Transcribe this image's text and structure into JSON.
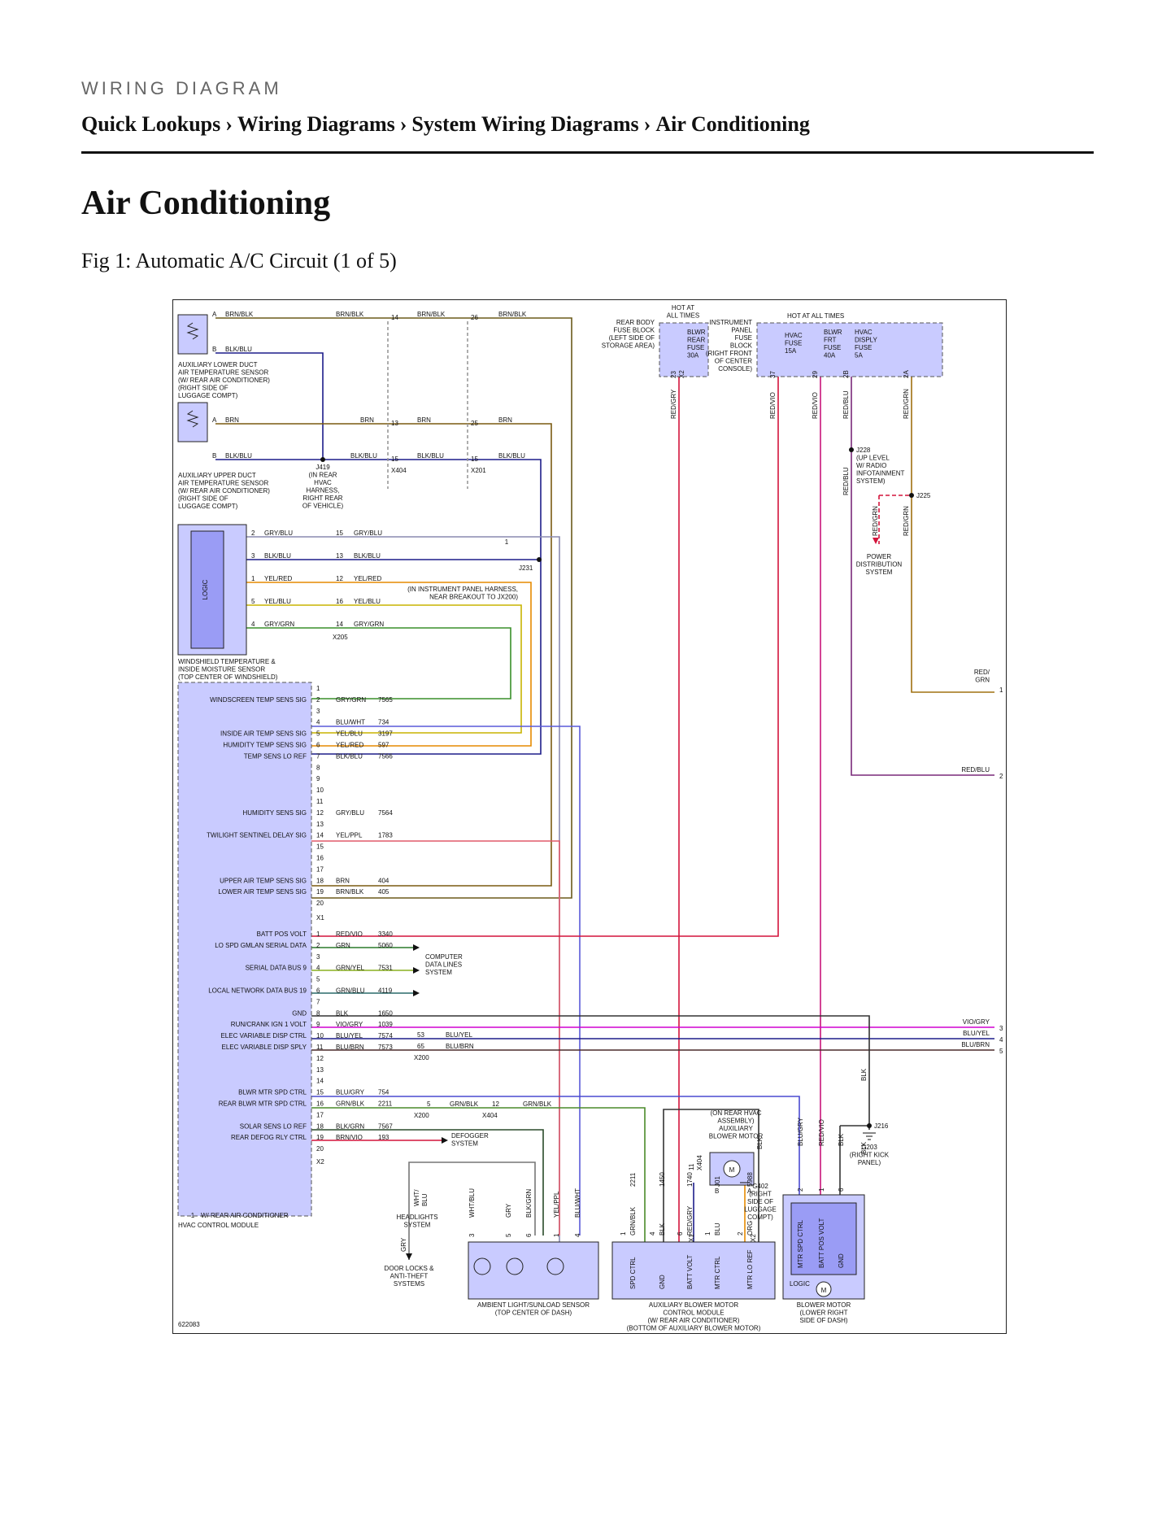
{
  "header": {
    "eyebrow": "WIRING DIAGRAM",
    "breadcrumb": [
      "Quick Lookups",
      "Wiring Diagrams",
      "System Wiring Diagrams",
      "Air Conditioning"
    ],
    "separator": "›"
  },
  "page": {
    "title": "Air Conditioning",
    "figure_caption": "Fig 1: Automatic A/C Circuit (1 of 5)"
  },
  "diagram": {
    "figure_id": "622083",
    "note_marker": "1",
    "note_text": "W/ REAR AIR CONDITIONER",
    "sensors": {
      "lower_duct": [
        "AUXILIARY LOWER DUCT",
        "AIR TEMPERATURE SENSOR",
        "(W/ REAR AIR CONDITIONER)",
        "(RIGHT SIDE OF",
        "LUGGAGE COMPT)"
      ],
      "upper_duct": [
        "AUXILIARY UPPER DUCT",
        "AIR TEMPERATURE SENSOR",
        "(W/ REAR AIR CONDITIONER)",
        "(RIGHT SIDE OF",
        "LUGGAGE COMPT)"
      ],
      "windshield": [
        "WINDSHIELD TEMPERATURE &",
        "INSIDE MOISTURE SENSOR",
        "(TOP CENTER OF WINDSHIELD)"
      ],
      "logic": "LOGIC"
    },
    "splice_j419": [
      "J419",
      "(IN REAR",
      "HVAC",
      "HARNESS,",
      "RIGHT REAR",
      "OF VEHICLE)"
    ],
    "splice_j231": "J231",
    "harness_note": [
      "(IN INSTRUMENT PANEL HARNESS,",
      "NEAR BREAKOUT TO JX200)"
    ],
    "connectors": {
      "x404": "X404",
      "x201": "X201",
      "x205": "X205",
      "x200": "X200",
      "x1": "X1",
      "x2": "X2"
    },
    "top_wires": {
      "a1": "A",
      "a1_color": "BRN/BLK",
      "a1_mid": "BRN/BLK",
      "a1_pin14": "14",
      "a1_c2": "BRN/BLK",
      "a1_pin26": "26",
      "a1_c3": "BRN/BLK",
      "b1": "B",
      "b1_color": "BLK/BLU",
      "a2": "A",
      "a2_color": "BRN",
      "a2_mid": "BRN",
      "a2_pin13": "13",
      "a2_c2": "BRN",
      "a2_pin25": "25",
      "a2_c3": "BRN",
      "b2": "B",
      "b2_color": "BLK/BLU",
      "b2_mid": "BLK/BLU",
      "b2_pin15a": "15",
      "b2_c2": "BLK/BLU",
      "b2_pin15b": "15",
      "b2_c3": "BLK/BLU"
    },
    "windshield_wires": [
      {
        "pin": "2",
        "color": "GRY/BLU",
        "cpin": "15",
        "ccolor": "GRY/BLU"
      },
      {
        "pin": "3",
        "color": "BLK/BLU",
        "cpin": "13",
        "ccolor": "BLK/BLU"
      },
      {
        "pin": "1",
        "color": "YEL/RED",
        "cpin": "12",
        "ccolor": "YEL/RED"
      },
      {
        "pin": "5",
        "color": "YEL/BLU",
        "cpin": "16",
        "ccolor": "YEL/BLU"
      },
      {
        "pin": "4",
        "color": "GRY/GRN",
        "cpin": "14",
        "ccolor": "GRY/GRN"
      }
    ],
    "fuses": {
      "rear_hot": [
        "HOT AT",
        "ALL TIMES"
      ],
      "rear_block": [
        "REAR BODY",
        "FUSE BLOCK",
        "(LEFT SIDE OF",
        "STORAGE AREA)"
      ],
      "blwr_rear": [
        "BLWR",
        "REAR",
        "FUSE",
        "30A"
      ],
      "ip_block": [
        "INSTRUMENT",
        "PANEL",
        "FUSE",
        "BLOCK",
        "(RIGHT FRONT",
        "OF CENTER",
        "CONSOLE)"
      ],
      "ip_hot": "HOT AT ALL TIMES",
      "hvac": [
        "HVAC",
        "FUSE",
        "15A"
      ],
      "blwr_frt": [
        "BLWR",
        "FRT",
        "FUSE",
        "40A"
      ],
      "hvac_disply": [
        "HVAC",
        "DISPLY",
        "FUSE",
        "5A"
      ],
      "out_rear": {
        "pin": "23",
        "conn": "X2",
        "color": "RED/GRY"
      },
      "out_hvac": {
        "pin": "37",
        "color": "RED/VIO"
      },
      "out_blwr": {
        "pin": "29",
        "color": "RED/VIO"
      },
      "out_disp1": {
        "pin": "2B",
        "color": "RED/BLU"
      },
      "out_disp2": {
        "pin": "2A",
        "color": "RED/GRN"
      }
    },
    "right_side": {
      "j228": [
        "J228",
        "(UP LEVEL",
        "W/ RADIO",
        "INFOTAINMENT",
        "SYSTEM)"
      ],
      "j225": "J225",
      "j228_color": "RED/BLU",
      "j225_color1": "RED/GRN",
      "j225_color2": "RED/GRN",
      "power_dist": [
        "POWER",
        "DISTRIBUTION",
        "SYSTEM"
      ],
      "out1_color": [
        "RED/",
        "GRN"
      ],
      "out1": "1",
      "out2_color": "RED/BLU",
      "out2": "2",
      "out3_color": "VIO/GRY",
      "out3": "3",
      "out4_color": "BLU/YEL",
      "out4": "4",
      "out5_color": "BLU/BRN",
      "out5": "5",
      "blk_vert": "BLK",
      "j216": "J216",
      "blk_vert2": "BLK",
      "g203": [
        "G203",
        "(RIGHT KICK",
        "PANEL)"
      ]
    },
    "hvac_module": {
      "title": "HVAC CONTROL MODULE",
      "x1_pins": [
        {
          "pin": "1",
          "name": "",
          "color": "",
          "circuit": ""
        },
        {
          "pin": "2",
          "name": "WINDSCREEN TEMP SENS SIG",
          "color": "GRY/GRN",
          "circuit": "7565"
        },
        {
          "pin": "3",
          "name": "",
          "color": "",
          "circuit": ""
        },
        {
          "pin": "4",
          "name": "",
          "color": "BLU/WHT",
          "circuit": "734"
        },
        {
          "pin": "5",
          "name": "INSIDE AIR TEMP SENS SIG",
          "color": "YEL/BLU",
          "circuit": "3197"
        },
        {
          "pin": "6",
          "name": "HUMIDITY TEMP SENS SIG",
          "color": "YEL/RED",
          "circuit": "597"
        },
        {
          "pin": "7",
          "name": "TEMP SENS LO REF",
          "color": "BLK/BLU",
          "circuit": "7566"
        },
        {
          "pin": "8",
          "name": "",
          "color": "",
          "circuit": ""
        },
        {
          "pin": "9",
          "name": "",
          "color": "",
          "circuit": ""
        },
        {
          "pin": "10",
          "name": "",
          "color": "",
          "circuit": ""
        },
        {
          "pin": "11",
          "name": "",
          "color": "",
          "circuit": ""
        },
        {
          "pin": "12",
          "name": "HUMIDITY SENS SIG",
          "color": "GRY/BLU",
          "circuit": "7564"
        },
        {
          "pin": "13",
          "name": "",
          "color": "",
          "circuit": ""
        },
        {
          "pin": "14",
          "name": "TWILIGHT SENTINEL DELAY SIG",
          "color": "YEL/PPL",
          "circuit": "1783"
        },
        {
          "pin": "15",
          "name": "",
          "color": "",
          "circuit": ""
        },
        {
          "pin": "16",
          "name": "",
          "color": "",
          "circuit": ""
        },
        {
          "pin": "17",
          "name": "",
          "color": "",
          "circuit": ""
        },
        {
          "pin": "18",
          "name": "UPPER AIR TEMP SENS SIG",
          "color": "BRN",
          "circuit": "404"
        },
        {
          "pin": "19",
          "name": "LOWER AIR TEMP SENS SIG",
          "color": "BRN/BLK",
          "circuit": "405"
        },
        {
          "pin": "20",
          "name": "",
          "color": "",
          "circuit": ""
        }
      ],
      "x2_pins": [
        {
          "pin": "1",
          "name": "BATT POS VOLT",
          "color": "RED/VIO",
          "circuit": "3340"
        },
        {
          "pin": "2",
          "name": "LO SPD GMLAN SERIAL DATA",
          "color": "GRN",
          "circuit": "5060"
        },
        {
          "pin": "3",
          "name": "",
          "color": "",
          "circuit": ""
        },
        {
          "pin": "4",
          "name": "SERIAL DATA BUS 9",
          "color": "GRN/YEL",
          "circuit": "7531"
        },
        {
          "pin": "5",
          "name": "",
          "color": "",
          "circuit": ""
        },
        {
          "pin": "6",
          "name": "LOCAL NETWORK DATA BUS 19",
          "color": "GRN/BLU",
          "circuit": "4119"
        },
        {
          "pin": "7",
          "name": "",
          "color": "",
          "circuit": ""
        },
        {
          "pin": "8",
          "name": "GND",
          "color": "BLK",
          "circuit": "1650"
        },
        {
          "pin": "9",
          "name": "RUN/CRANK IGN 1 VOLT",
          "color": "VIO/GRY",
          "circuit": "1039"
        },
        {
          "pin": "10",
          "name": "ELEC VARIABLE DISP CTRL",
          "color": "BLU/YEL",
          "circuit": "7574"
        },
        {
          "pin": "11",
          "name": "ELEC VARIABLE DISP SPLY",
          "color": "BLU/BRN",
          "circuit": "7573"
        },
        {
          "pin": "12",
          "name": "",
          "color": "",
          "circuit": ""
        },
        {
          "pin": "13",
          "name": "",
          "color": "",
          "circuit": ""
        },
        {
          "pin": "14",
          "name": "",
          "color": "",
          "circuit": ""
        },
        {
          "pin": "15",
          "name": "BLWR MTR SPD CTRL",
          "color": "BLU/GRY",
          "circuit": "754"
        },
        {
          "pin": "16",
          "name": "REAR BLWR MTR SPD CTRL",
          "color": "GRN/BLK",
          "circuit": "2211"
        },
        {
          "pin": "17",
          "name": "",
          "color": "",
          "circuit": ""
        },
        {
          "pin": "18",
          "name": "SOLAR SENS LO REF",
          "color": "BLK/GRN",
          "circuit": "7567"
        },
        {
          "pin": "19",
          "name": "REAR DEFOG RLY CTRL",
          "color": "BRN/VIO",
          "circuit": "193"
        },
        {
          "pin": "20",
          "name": "",
          "color": "",
          "circuit": ""
        }
      ],
      "pin10_ext": {
        "pin": "53",
        "color": "BLU/YEL"
      },
      "pin11_ext": {
        "pin": "65",
        "color": "BLU/BRN"
      },
      "pin16_ext": {
        "pin": "5",
        "color": "GRN/BLK",
        "pin2": "12",
        "color2": "GRN/BLK"
      }
    },
    "computer_data_lines": [
      "COMPUTER",
      "DATA LINES",
      "SYSTEM"
    ],
    "defogger": [
      "DEFOGGER",
      "SYSTEM"
    ],
    "headlights": [
      "HEADLIGHTS",
      "SYSTEM"
    ],
    "door_locks": [
      "DOOR LOCKS &",
      "ANTI-THEFT",
      "SYSTEMS"
    ],
    "wht_blu": [
      "WHT/",
      "BLU"
    ],
    "gry_label": "GRY",
    "ambient": {
      "title": [
        "AMBIENT LIGHT/SUNLOAD SENSOR",
        "(TOP CENTER OF DASH)"
      ],
      "pins": [
        {
          "pin": "3",
          "color": "WHT/BLU"
        },
        {
          "pin": "5",
          "color": "GRY"
        },
        {
          "pin": "6",
          "color": "BLK/GRN"
        },
        {
          "pin": "1",
          "color": "YEL/PPL"
        },
        {
          "pin": "4",
          "color": "BLU/WHT"
        }
      ]
    },
    "aux_blower": {
      "title": [
        "AUXILIARY BLOWER MOTOR",
        "CONTROL MODULE",
        "(W/ REAR AIR CONDITIONER)",
        "(BOTTOM OF AUXILIARY BLOWER MOTOR)"
      ],
      "pins": [
        {
          "pin": "1",
          "color": "GRN/BLK",
          "circuit": "2211",
          "name": "SPD CTRL"
        },
        {
          "pin": "4",
          "color": "BLK",
          "circuit": "1450",
          "name": "GND"
        },
        {
          "pin": "6",
          "color": "RED/GRY",
          "circuit": "1740",
          "name": "BATT VOLT"
        },
        {
          "pin": "1",
          "color": "BLU",
          "circuit": "J01",
          "name": "MTR CTRL"
        },
        {
          "pin": "2",
          "color": "ORG",
          "circuit": "5988",
          "name": "MTR LO REF"
        }
      ],
      "x404": "X404",
      "pin11": "11",
      "x1": "X1",
      "x2": "X2",
      "rear_motor": [
        "(ON REAR HVAC",
        "ASSEMBLY)",
        "AUXILIARY",
        "BLOWER MOTOR"
      ],
      "motor_b": "B",
      "motor_a": "A",
      "motor_blk": "BLK",
      "motor_m": "M",
      "g402": [
        "G402",
        "(RIGHT",
        "SIDE OF",
        "LUGGAGE",
        "COMPT)"
      ]
    },
    "blower": {
      "title": [
        "BLOWER MOTOR",
        "(LOWER RIGHT",
        "SIDE OF DASH)"
      ],
      "pins": [
        {
          "pin": "2",
          "color": "BLU/GRY",
          "name": "MTR SPD CTRL"
        },
        {
          "pin": "1",
          "color": "RED/VIO",
          "name": "BATT POS VOLT"
        },
        {
          "pin": "6",
          "color": "BLK",
          "name": "GND"
        }
      ],
      "logic": "LOGIC",
      "m": "M"
    }
  },
  "colors": {
    "module_fill": "#c9cbff",
    "logic_fill": "#9a9cf5",
    "wire_brn": "#7a5a10",
    "wire_blu": "#1d1d8a",
    "wire_red": "#d4143c",
    "wire_mag": "#d100d1",
    "wire_grn": "#3a8f2a",
    "wire_org": "#e68a00"
  }
}
